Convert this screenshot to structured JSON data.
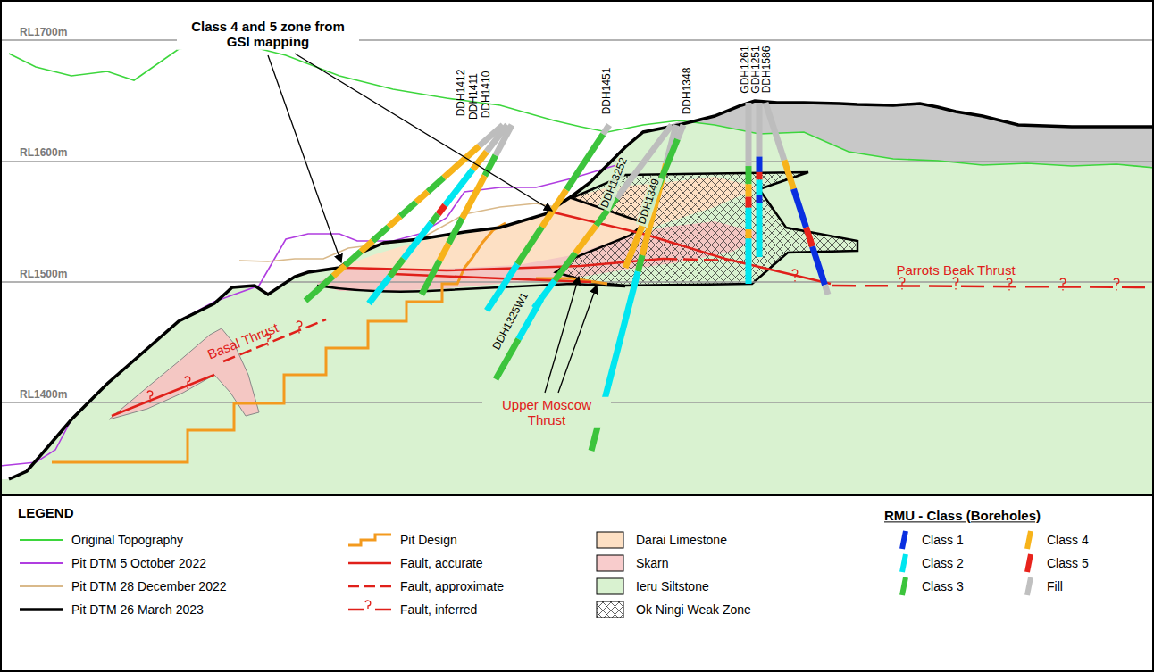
{
  "diagram": {
    "labels": [
      "RL1700m",
      "RL1600m",
      "RL1500m",
      "RL1400m",
      "Class 4 and 5 zone from GSI mapping",
      "DDH1412",
      "DDH1411",
      "DDH1410",
      "DDH1451",
      "DDH1348",
      "GDH1261",
      "GDH1251",
      "DDH1586",
      "DDH13252",
      "DDH1349",
      "DDH1325W1",
      "Basal Thrust",
      "Upper Moscow Thrust",
      "Parrots Beak Thrust",
      "LEGEND",
      "RMU - Class (Boreholes)"
    ],
    "legend": [
      {
        "text": "Original Topography"
      },
      {
        "text": "Pit DTM 5 October 2022"
      },
      {
        "text": "Pit DTM 28 December 2022"
      },
      {
        "text": "Pit DTM 26 March 2023"
      },
      {
        "text": "Pit Design"
      },
      {
        "text": "Fault, accurate"
      },
      {
        "text": "Fault, approximate"
      },
      {
        "text": "Fault, inferred"
      },
      {
        "text": "Darai Limestone",
        "color": "#fde0c4"
      },
      {
        "text": "Skarn",
        "color": "#f8cccc"
      },
      {
        "text": "Ieru Siltstone",
        "color": "#d9f2d0"
      },
      {
        "text": "Ok Ningi Weak Zone"
      },
      {
        "text": "Class 1",
        "color": "#0a2fe0"
      },
      {
        "text": "Class 2",
        "color": "#00e6f0"
      },
      {
        "text": "Class 3",
        "color": "#3cc43c"
      },
      {
        "text": "Class 4",
        "color": "#f7b31a"
      },
      {
        "text": "Class 5",
        "color": "#e8231c"
      },
      {
        "text": "Fill",
        "color": "#c0c0c0"
      }
    ]
  }
}
